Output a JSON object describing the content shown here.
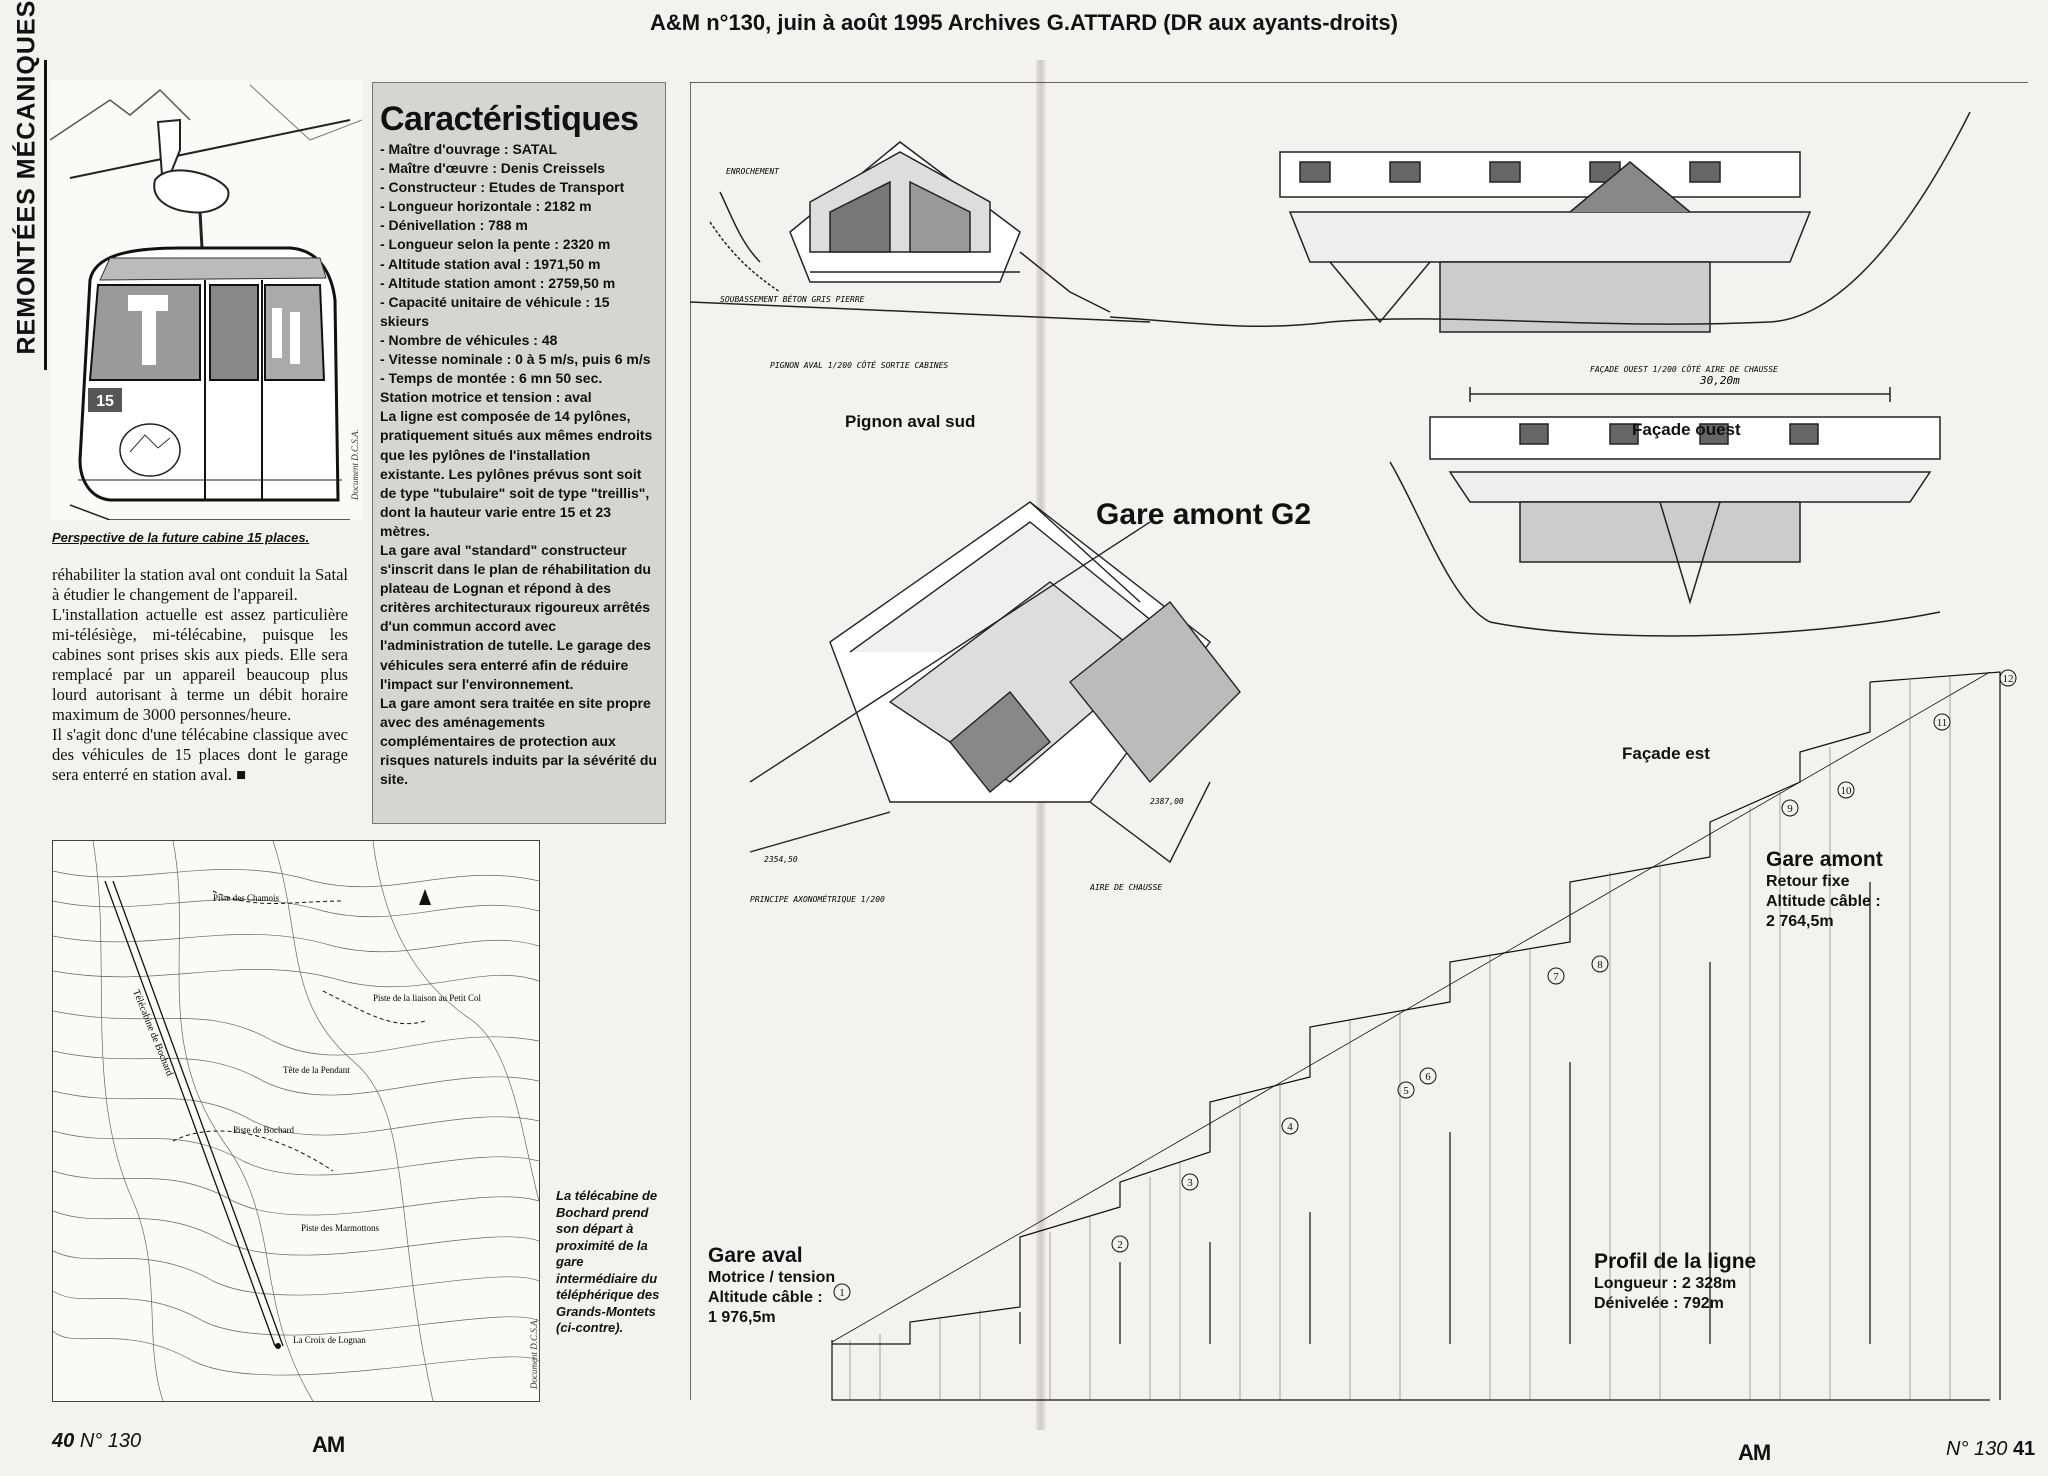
{
  "page_header": "A&M n°130, juin à août 1995 Archives G.ATTARD (DR aux ayants-droits)",
  "section_title": "REMONTÉES MÉCANIQUES",
  "cabin": {
    "caption": "Perspective de la future cabine 15 places.",
    "number": "15",
    "credit": "Document D.C.S.A."
  },
  "body_text": [
    "réhabiliter la station aval ont conduit la Satal à étudier le changement de l'appareil.",
    "L'installation actuelle est assez particulière mi-télésiège, mi-télécabine, puisque les cabines sont prises skis aux pieds. Elle sera remplacé par un appareil beaucoup plus lourd autorisant à terme un débit horaire maximum de 3000 personnes/heure.",
    "Il s'agit donc d'une télécabine classique avec des véhicules de 15 places dont le garage sera enterré en station aval. ■"
  ],
  "caracteristiques": {
    "title": "Caractéristiques",
    "items": [
      "- Maître d'ouvrage : SATAL",
      "- Maître d'œuvre : Denis Creissels",
      "- Constructeur : Etudes de Transport",
      "- Longueur horizontale : 2182 m",
      "- Dénivellation : 788 m",
      "- Longueur selon la pente : 2320 m",
      "- Altitude station aval : 1971,50 m",
      "- Altitude station amont : 2759,50 m",
      "- Capacité unitaire de véhicule : 15 skieurs",
      "- Nombre de véhicules : 48",
      "- Vitesse nominale : 0 à 5 m/s, puis 6 m/s",
      "- Temps de montée : 6 mn 50 sec.",
      "Station motrice et tension : aval",
      "La ligne est composée de 14 pylônes, pratiquement situés aux mêmes endroits que les pylônes de l'installation existante. Les pylônes prévus sont soit de type \"tubulaire\" soit de type \"treillis\", dont la hauteur varie entre 15 et 23 mètres.",
      "La gare aval \"standard\" constructeur s'inscrit dans le plan de réhabilitation du plateau de Lognan et répond à des critères architecturaux rigoureux arrêtés d'un commun accord avec l'administration de tutelle. Le garage des véhicules sera enterré afin de réduire l'impact sur l'environnement.",
      "La gare amont sera traitée en site propre avec des aménagements complémentaires de protection aux risques naturels induits par la sévérité du site."
    ]
  },
  "map": {
    "labels": [
      "Piste des Chamois",
      "Piste de la liaison au Petit Col",
      "Tête de la Pendant",
      "Piste de Bochard",
      "Piste des Marmottons",
      "La Croix de Lognan",
      "Télécabine de Bochard"
    ],
    "credit": "Document D.C.S.A.",
    "caption": "La télécabine de Bochard prend son départ à proximité de la gare intermédiaire du téléphérique des Grands-Montets (ci-contre)."
  },
  "drawings": {
    "heading": "Gare amont G2",
    "pignon_label": "Pignon aval sud",
    "facade_ouest_label": "Façade ouest",
    "facade_est_label": "Façade est",
    "dimension": "30,20m",
    "notes": [
      "ENROCHEMENT",
      "SOUBASSEMENT BÉTON GRIS PIERRE",
      "PIGNON AVAL 1/200 CÔTÉ SORTIE CABINES",
      "FAÇADE OUEST 1/200 CÔTÉ AIRE DE CHAUSSE",
      "PRINCIPE AXONOMÉTRIQUE 1/200",
      "AIRE DE CHAUSSE",
      "2354,50",
      "2387,00"
    ]
  },
  "profile": {
    "gare_amont": {
      "title": "Gare amont",
      "l1": "Retour fixe",
      "l2": "Altitude câble :",
      "l3": "2 764,5m"
    },
    "gare_aval": {
      "title": "Gare aval",
      "l1": "Motrice / tension",
      "l2": "Altitude câble :",
      "l3": "1 976,5m"
    },
    "profil": {
      "title": "Profil de la ligne",
      "l1": "Longueur : 2 328m",
      "l2": "Dénivelée : 792m"
    },
    "pylons": [
      "1",
      "2",
      "3",
      "4",
      "5",
      "6",
      "7",
      "8",
      "9",
      "10",
      "11",
      "12"
    ]
  },
  "footer": {
    "left_page": "40",
    "left_issue": "N° 130",
    "left_logo": "AM",
    "right_logo": "AM",
    "right_issue": "N° 130",
    "right_page": "41"
  }
}
